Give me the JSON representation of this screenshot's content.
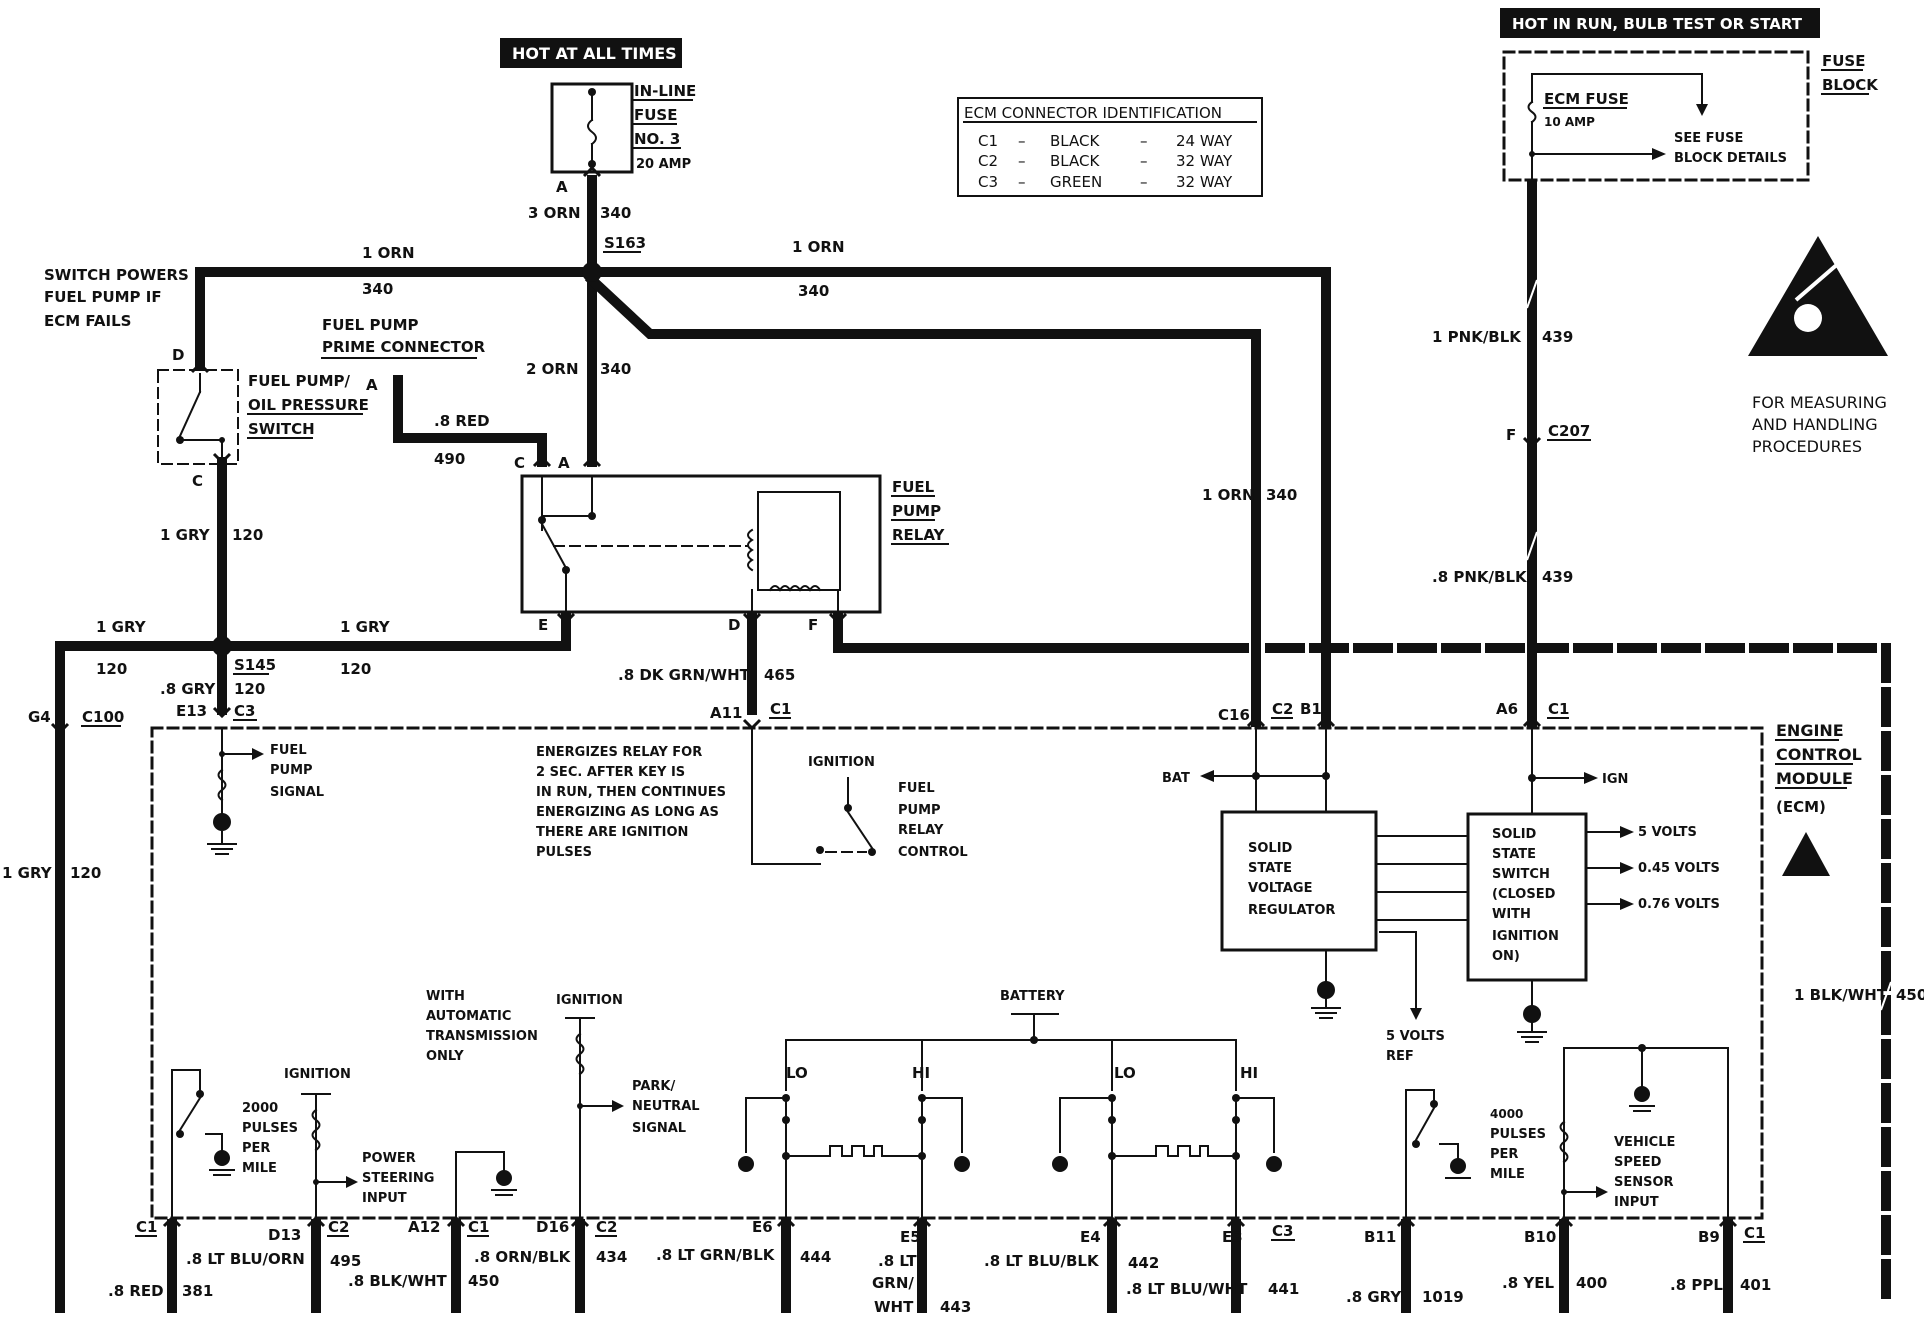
{
  "banners": {
    "hot_at_all_times": "HOT AT ALL TIMES",
    "hot_in_run": "HOT IN RUN, BULB TEST OR START"
  },
  "fuse3": {
    "line1": "IN-LINE",
    "line2": "FUSE",
    "line3": "NO. 3",
    "rating": "20 AMP"
  },
  "fuse_block": {
    "line1": "FUSE",
    "line2": "BLOCK",
    "ecm_fuse": "ECM FUSE",
    "ecm_fuse_rating": "10 AMP",
    "see1": "SEE FUSE",
    "see2": "BLOCK DETAILS"
  },
  "ecm_conn": {
    "title": "ECM CONNECTOR IDENTIFICATION",
    "rows": [
      {
        "id": "C1",
        "dash": "–",
        "color": "BLACK",
        "dash2": "–",
        "way": "24 WAY"
      },
      {
        "id": "C2",
        "dash": "–",
        "color": "BLACK",
        "dash2": "–",
        "way": "32 WAY"
      },
      {
        "id": "C3",
        "dash": "–",
        "color": "GREEN",
        "dash2": "–",
        "way": "32 WAY"
      }
    ]
  },
  "esd": {
    "line1": "FOR MEASURING",
    "line2": "AND HANDLING",
    "line3": "PROCEDURES"
  },
  "switch_note": {
    "line1": "SWITCH POWERS",
    "line2": "FUEL PUMP IF",
    "line3": "ECM FAILS"
  },
  "prime": {
    "line1": "FUEL PUMP",
    "line2": "PRIME CONNECTOR"
  },
  "oil_sw": {
    "line1": "FUEL PUMP/",
    "line2": "OIL PRESSURE",
    "line3": "SWITCH"
  },
  "relay": {
    "line1": "FUEL",
    "line2": "PUMP",
    "line3": "RELAY"
  },
  "ecm_label": {
    "line1": "ENGINE",
    "line2": "CONTROL",
    "line3": "MODULE",
    "line4": "(ECM)"
  },
  "wires": {
    "w_3orn": "3 ORN",
    "c_340a": "340",
    "s163": "S163",
    "w_1orn_l": "1 ORN",
    "c_340b": "340",
    "w_1orn_r": "1 ORN",
    "c_340c": "340",
    "w_2orn": "2 ORN",
    "c_340d": "340",
    "w_8red": ".8 RED",
    "c_490": "490",
    "w_1gry_a": "1 GRY",
    "c_120a": "120",
    "w_1gry_b": "1 GRY",
    "c_120b": "120",
    "w_1gry_c": "1 GRY",
    "c_120c": "120",
    "w_8gry": ".8 GRY",
    "s145": "S145",
    "c_120d": "120",
    "w_dkgrn": ".8 DK GRN/WHT",
    "c_465": "465",
    "w_1orn_v": "1 ORN",
    "c_340e": "340",
    "w_pnkblk1": "1 PNK/BLK",
    "c_439a": "439",
    "w_pnkblk8": ".8 PNK/BLK",
    "c_439b": "439",
    "w_1gry_d": "1 GRY",
    "c_120e": "120",
    "w_blkwht": "1 BLK/WHT",
    "c_450a": "450"
  },
  "conn": {
    "A": "A",
    "D": "D",
    "C": "C",
    "A2": "A",
    "C2": "C",
    "A3": "A",
    "E": "E",
    "D2": "D",
    "F": "F",
    "G4": "G4",
    "C100": "C100",
    "E13": "E13",
    "C3": "C3",
    "A11": "A11",
    "C1a": "C1",
    "C16": "C16",
    "C2a": "C2",
    "B1": "B1",
    "A6": "A6",
    "C1b": "C1",
    "F2": "F",
    "C207": "C207"
  },
  "ecm_int": {
    "fp_signal1": "FUEL",
    "fp_signal2": "PUMP",
    "fp_signal3": "SIGNAL",
    "energize": [
      "ENERGIZES RELAY FOR",
      "2 SEC. AFTER KEY IS",
      "IN RUN, THEN CONTINUES",
      "ENERGIZING AS LONG AS",
      "THERE ARE IGNITION",
      "PULSES"
    ],
    "ignition1": "IGNITION",
    "fprc": [
      "FUEL",
      "PUMP",
      "RELAY",
      "CONTROL"
    ],
    "bat": "BAT",
    "ign": "IGN",
    "ssvr": [
      "SOLID",
      "STATE",
      "VOLTAGE",
      "REGULATOR"
    ],
    "sss": [
      "SOLID",
      "STATE",
      "SWITCH",
      "(CLOSED",
      "WITH",
      "IGNITION",
      "ON)"
    ],
    "v5": "5 VOLTS",
    "v045": "0.45 VOLTS",
    "v076": "0.76 VOLTS",
    "pulses2000": [
      "2000",
      "PULSES",
      "PER",
      "MILE"
    ],
    "ignition2": "IGNITION",
    "psi": [
      "POWER",
      "STEERING",
      "INPUT"
    ],
    "auto": [
      "WITH",
      "AUTOMATIC",
      "TRANSMISSION",
      "ONLY"
    ],
    "ignition3": "IGNITION",
    "pn": [
      "PARK/",
      "NEUTRAL",
      "SIGNAL"
    ],
    "battery": "BATTERY",
    "lo1": "LO",
    "hi1": "HI",
    "lo2": "LO",
    "hi2": "HI",
    "ref": [
      "5 VOLTS",
      "REF"
    ],
    "pulses4000": [
      "4000",
      "PULSES",
      "PER",
      "MILE"
    ],
    "vss": [
      "VEHICLE",
      "SPEED",
      "SENSOR",
      "INPUT"
    ]
  },
  "bottom": {
    "c1a": "C1",
    "w381": ".8 RED",
    "c381": "381",
    "d13": "D13",
    "c2a": "C2",
    "w495": ".8 LT BLU/ORN",
    "c495": "495",
    "a12": "A12",
    "c1c": "C1",
    "w450": ".8 BLK/WHT",
    "c450": "450",
    "d16": "D16",
    "c2b": "C2",
    "w434": ".8 ORN/BLK",
    "c434": "434",
    "e6": "E6",
    "w444": ".8 LT GRN/BLK",
    "c444": "444",
    "e5": "E5",
    "w443a": ".8 LT",
    "w443b": "GRN/",
    "w443c": "WHT",
    "c443": "443",
    "e4": "E4",
    "w442": ".8 LT BLU/BLK",
    "c442": "442",
    "e3": "E3",
    "c3b": "C3",
    "w441": ".8 LT BLU/WHT",
    "c441": "441",
    "b11": "B11",
    "w1019": ".8 GRY",
    "c1019": "1019",
    "b10": "B10",
    "w400": ".8 YEL",
    "c400": "400",
    "b9": "B9",
    "c1d": "C1",
    "w401": ".8 PPL",
    "c401": "401"
  }
}
